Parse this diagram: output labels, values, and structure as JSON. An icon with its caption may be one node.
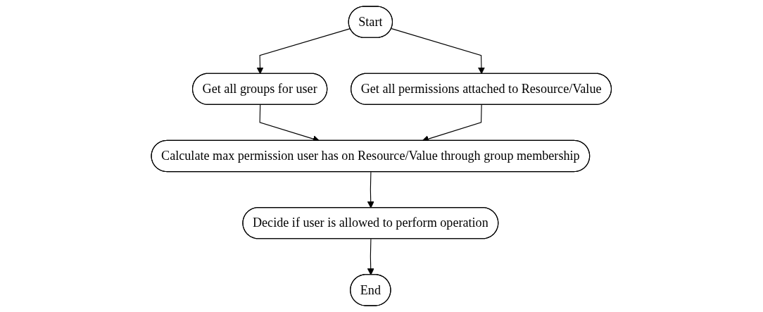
{
  "diagram": {
    "nodes": [
      {
        "text": [
          "Start"
        ]
      },
      {
        "text": [
          "Get all groups for user"
        ]
      },
      {
        "text": [
          "Get all permissions attached to Resource/Value"
        ]
      },
      {
        "text": [
          "Calculate max permission user has on Resource/Value through group membership"
        ]
      },
      {
        "text": [
          "Decide if user is allowed to perform operation"
        ]
      },
      {
        "text": [
          "End"
        ]
      }
    ],
    "edges": [
      {
        "from": 0,
        "to": 1,
        "arrow": "to"
      },
      {
        "from": 0,
        "to": 2,
        "arrow": "to"
      },
      {
        "from": 1,
        "to": 3,
        "arrow": "to"
      },
      {
        "from": 2,
        "to": 3,
        "arrow": "to"
      },
      {
        "from": 3,
        "to": 4,
        "arrow": "to"
      },
      {
        "from": 4,
        "to": 5,
        "arrow": "to"
      }
    ]
  }
}
